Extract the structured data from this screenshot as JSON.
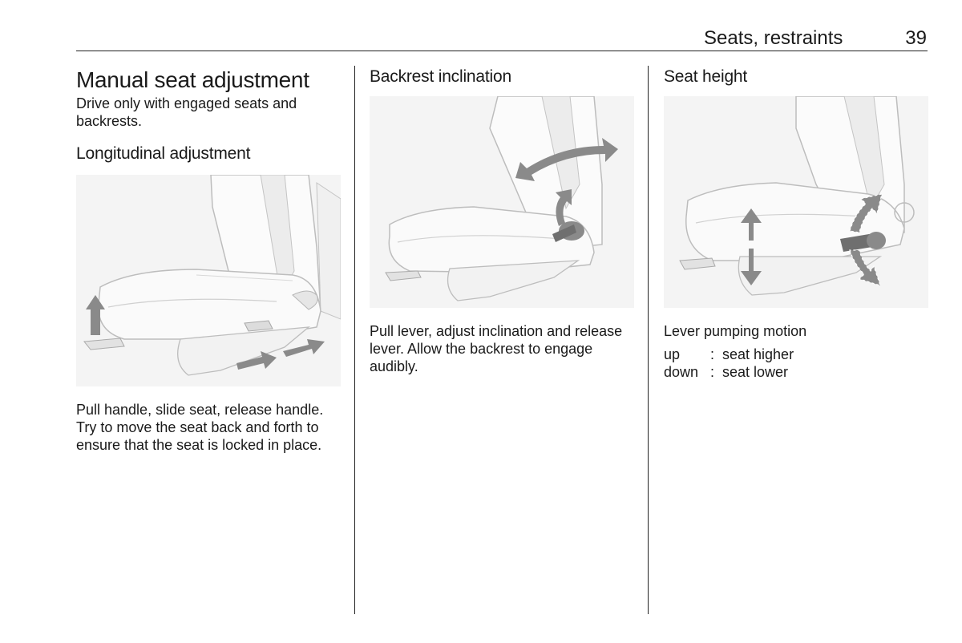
{
  "header": {
    "section": "Seats, restraints",
    "page_number": "39"
  },
  "columns": {
    "left": {
      "title": "Manual seat adjustment",
      "intro": "Drive only with engaged seats and backrests.",
      "subheading": "Longitudinal adjustment",
      "illustration": "seat-longitudinal-adjustment-illustration",
      "body": "Pull handle, slide seat, release handle. Try to move the seat back and forth to ensure that the seat is locked in place."
    },
    "middle": {
      "subheading": "Backrest inclination",
      "illustration": "seat-backrest-inclination-illustration",
      "body": "Pull lever, adjust inclination and release lever. Allow the backrest to engage audibly."
    },
    "right": {
      "subheading": "Seat height",
      "illustration": "seat-height-illustration",
      "body": "Lever pumping motion",
      "definitions": [
        {
          "term": "up",
          "separator": ":",
          "description": "seat higher"
        },
        {
          "term": "down",
          "separator": ":",
          "description": "seat lower"
        }
      ]
    }
  },
  "colors": {
    "text": "#1a1a1a",
    "rule": "#222222",
    "arrow": "#8a8a8a"
  }
}
